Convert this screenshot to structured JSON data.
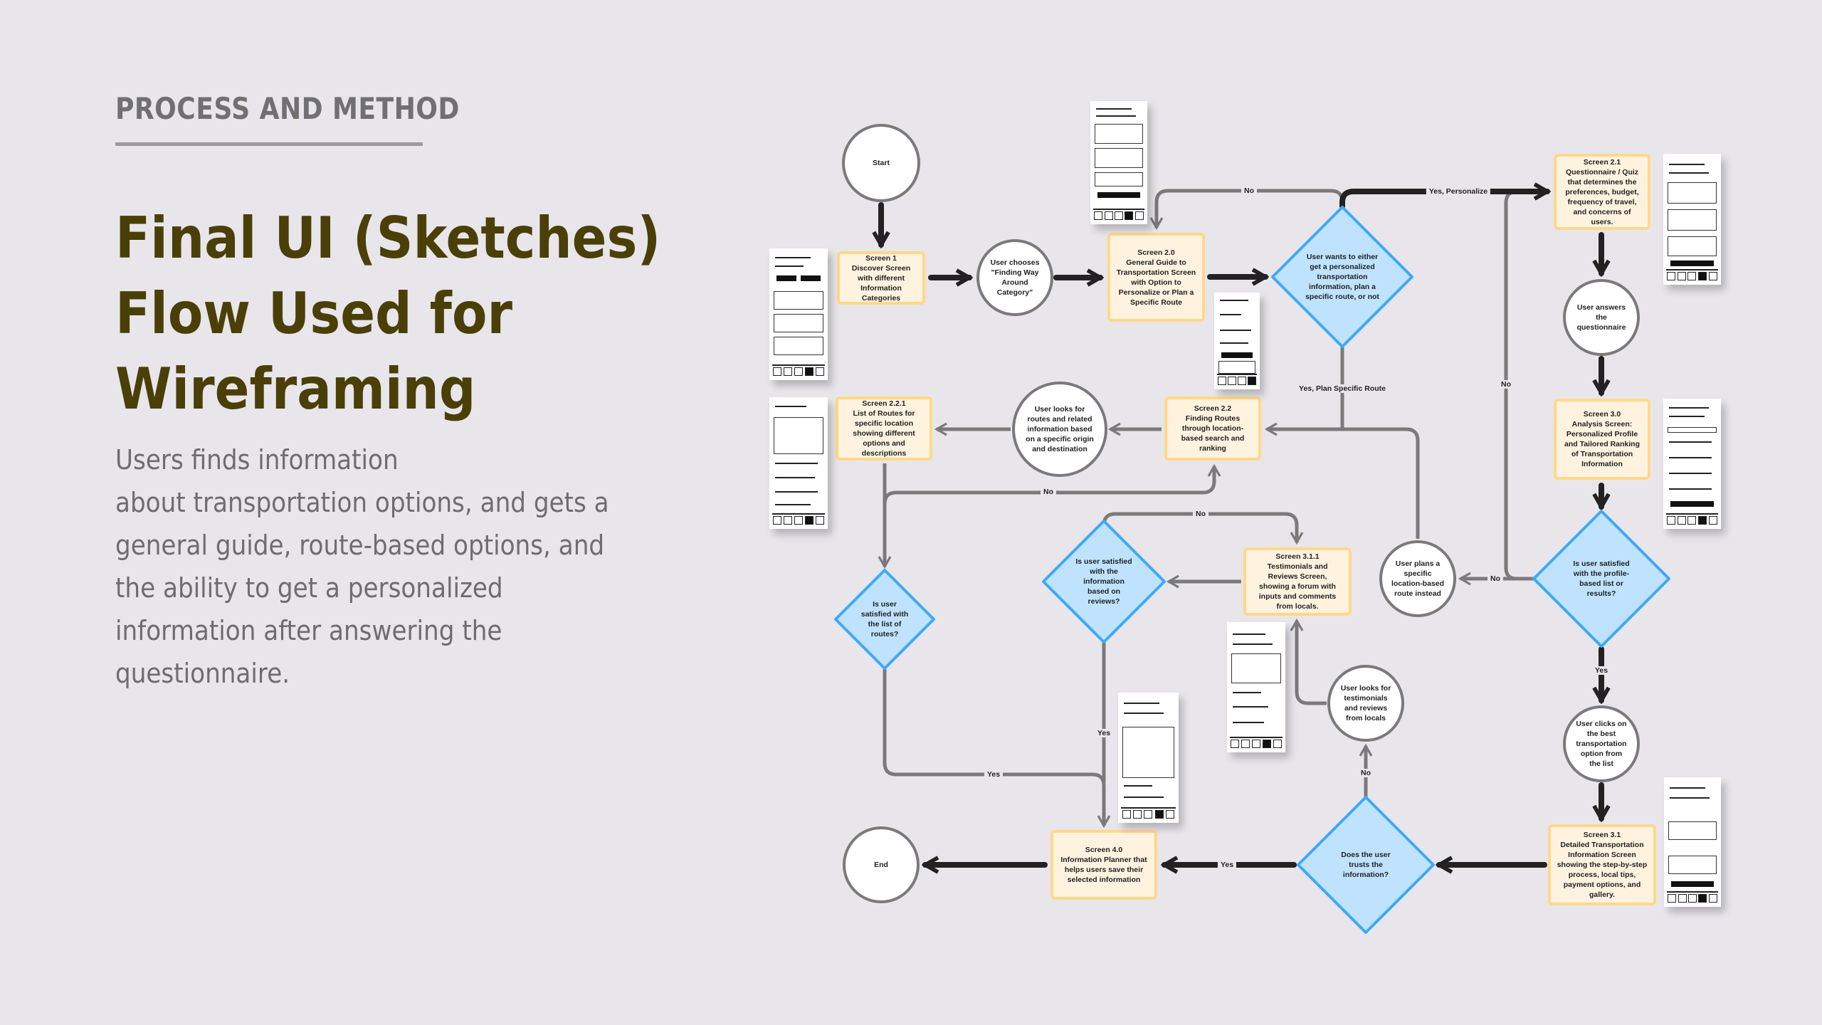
{
  "header": {
    "eyebrow": "PROCESS AND METHOD",
    "title_lines": [
      "Final UI (Sketches)",
      "Flow Used for",
      "Wireframing"
    ],
    "description_lines": [
      "Users finds information",
      "about transportation options, and gets a",
      "general guide, route-based options, and",
      "the ability to get a personalized",
      "information after answering the",
      "questionnaire."
    ]
  },
  "colors": {
    "background": "#e8e6eb",
    "title": "#4b3f08",
    "screen_fill": "#fff3e0",
    "screen_border": "#ffd88a",
    "decision_fill": "#bfe3ff",
    "decision_border": "#3fa9f5",
    "primary_arrow": "#222222",
    "secondary_arrow": "#7a7a7a"
  },
  "flow": {
    "start": "Start",
    "end": "End",
    "screens": {
      "s1": {
        "title": "Screen 1",
        "text": "Discover Screen with different Information Categories"
      },
      "s20": {
        "title": "Screen 2.0",
        "text": "General Guide to Transportation Screen with Option to Personalize or Plan a Specific Route"
      },
      "s21": {
        "title": "Screen 2.1",
        "text": "Questionnaire / Quiz that determines the preferences, budget, frequency of travel, and concerns of users."
      },
      "s22": {
        "title": "Screen 2.2",
        "text": "Finding Routes through location-based search and ranking"
      },
      "s221": {
        "title": "Screen 2.2.1",
        "text": "List of Routes for specific location showing different options and descriptions"
      },
      "s30": {
        "title": "Screen 3.0",
        "text": "Analysis Screen: Personalized Profile and Tailored Ranking of Transportation Information"
      },
      "s31": {
        "title": "Screen 3.1",
        "text": "Detailed Transportation Information Screen showing the step-by-step process, local tips, payment options, and gallery."
      },
      "s311": {
        "title": "Screen 3.1.1",
        "text": "Testimonials and Reviews Screen, showing a forum with inputs and comments from locals."
      },
      "s40": {
        "title": "Screen 4.0",
        "text": "Information Planner that helps users save their selected information"
      }
    },
    "actions": {
      "chooses": "User chooses \"Finding Way Around Category\"",
      "answers": "User answers the questionnaire",
      "routes": "User looks for routes and related information based on a specific origin and destination",
      "plans": "User plans a specific location-based route instead",
      "clicks": "User clicks on the best transportation option from the list",
      "testimonials": "User looks for testimonials and reviews from locals"
    },
    "decisions": {
      "either": "User wants to either get a personalized transportation information, plan a specific route, or not",
      "profile": "Is user satisfied with the profile-based list or results?",
      "routes": "Is user satisfied with the list of routes?",
      "reviews": "Is user satisfied with the information based on reviews?",
      "trust": "Does the user trusts the information?"
    },
    "labels": {
      "no_top": "No",
      "yes_personalize": "Yes, Personalize",
      "yes_plan": "Yes, Plan Specific Route",
      "no_right": "No",
      "no_profile": "No",
      "yes_profile": "Yes",
      "no_routes": "No",
      "yes_routes": "Yes",
      "no_reviews": "No",
      "yes_reviews": "Yes",
      "no_trust": "No",
      "yes_trust": "Yes"
    }
  }
}
